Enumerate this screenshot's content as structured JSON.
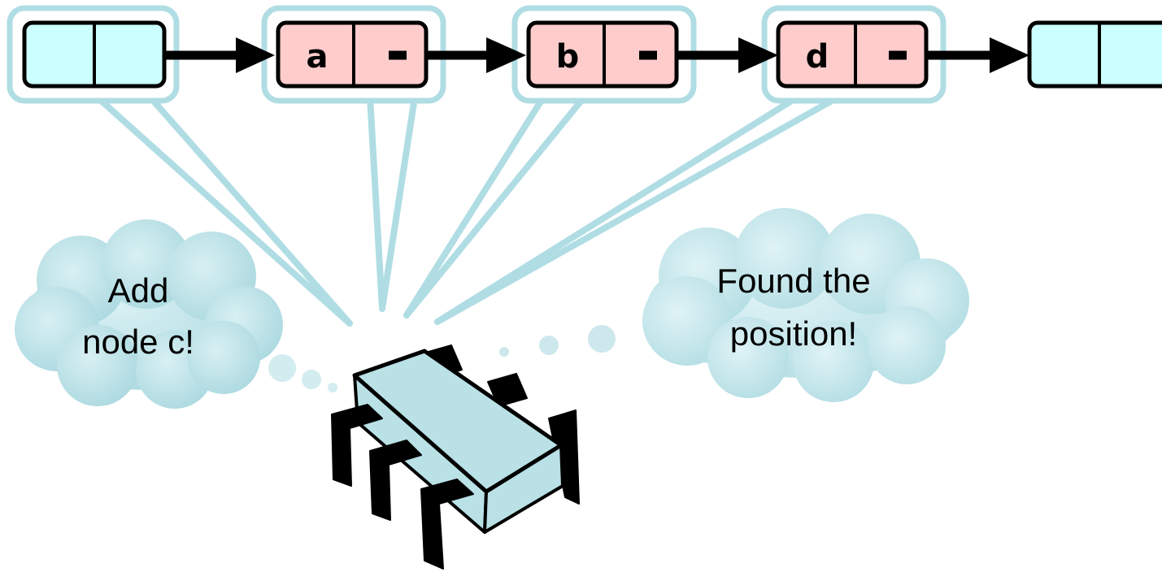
{
  "colors": {
    "sentinel_fill": "#ccffff",
    "data_node_fill": "#ffcccc",
    "highlight_outline": "#b0dde4",
    "cloud_fill": "#bfe5ea",
    "cpu_top": "#b9e1e6",
    "outline": "#000000"
  },
  "list": {
    "nodes": [
      {
        "label": "",
        "kind": "sentinel"
      },
      {
        "label": "a",
        "kind": "data"
      },
      {
        "label": "b",
        "kind": "data"
      },
      {
        "label": "d",
        "kind": "data"
      },
      {
        "label": "",
        "kind": "sentinel"
      }
    ]
  },
  "thoughts": {
    "left": [
      "Add",
      "node c!"
    ],
    "right": [
      "Found the",
      "position!"
    ]
  },
  "icons": {
    "processor": "cpu-chip-icon"
  }
}
